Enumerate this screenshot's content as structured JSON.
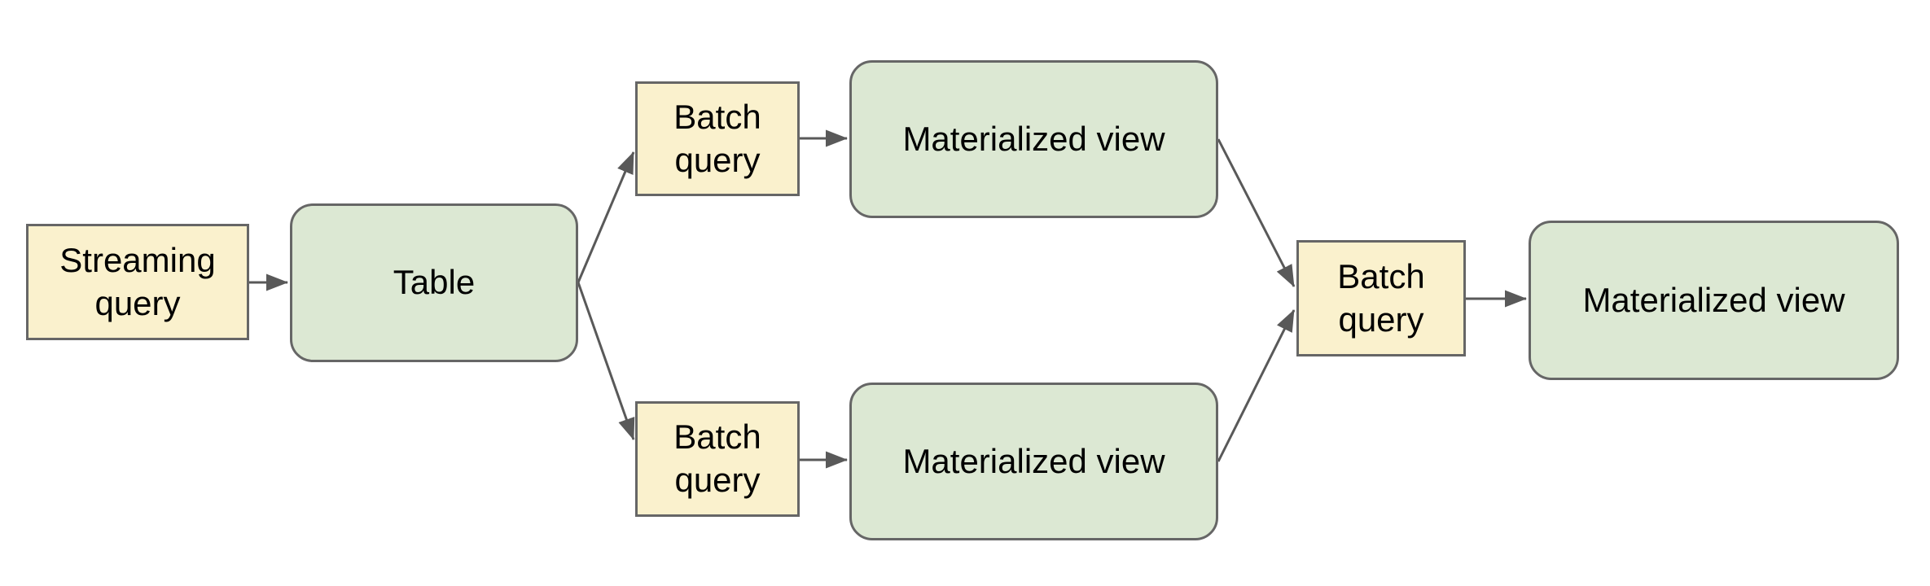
{
  "diagram": {
    "colors": {
      "query_fill": "#faf1cd",
      "view_fill": "#dce8d3",
      "shape_border": "#666666",
      "arrow": "#595959",
      "text": "#000000",
      "background": "#ffffff"
    },
    "nodes": {
      "streaming_query": {
        "label": "Streaming query",
        "kind": "query"
      },
      "table": {
        "label": "Table",
        "kind": "table"
      },
      "batch_query_top": {
        "label": "Batch query",
        "kind": "query"
      },
      "materialized_view_top": {
        "label": "Materialized view",
        "kind": "view"
      },
      "batch_query_bottom": {
        "label": "Batch query",
        "kind": "query"
      },
      "materialized_view_bottom": {
        "label": "Materialized view",
        "kind": "view"
      },
      "batch_query_right": {
        "label": "Batch query",
        "kind": "query"
      },
      "materialized_view_final": {
        "label": "Materialized view",
        "kind": "view"
      }
    },
    "edges": [
      {
        "from": "streaming_query",
        "to": "table"
      },
      {
        "from": "table",
        "to": "batch_query_top"
      },
      {
        "from": "table",
        "to": "batch_query_bottom"
      },
      {
        "from": "batch_query_top",
        "to": "materialized_view_top"
      },
      {
        "from": "batch_query_bottom",
        "to": "materialized_view_bottom"
      },
      {
        "from": "materialized_view_top",
        "to": "batch_query_right"
      },
      {
        "from": "materialized_view_bottom",
        "to": "batch_query_right"
      },
      {
        "from": "batch_query_right",
        "to": "materialized_view_final"
      }
    ]
  }
}
